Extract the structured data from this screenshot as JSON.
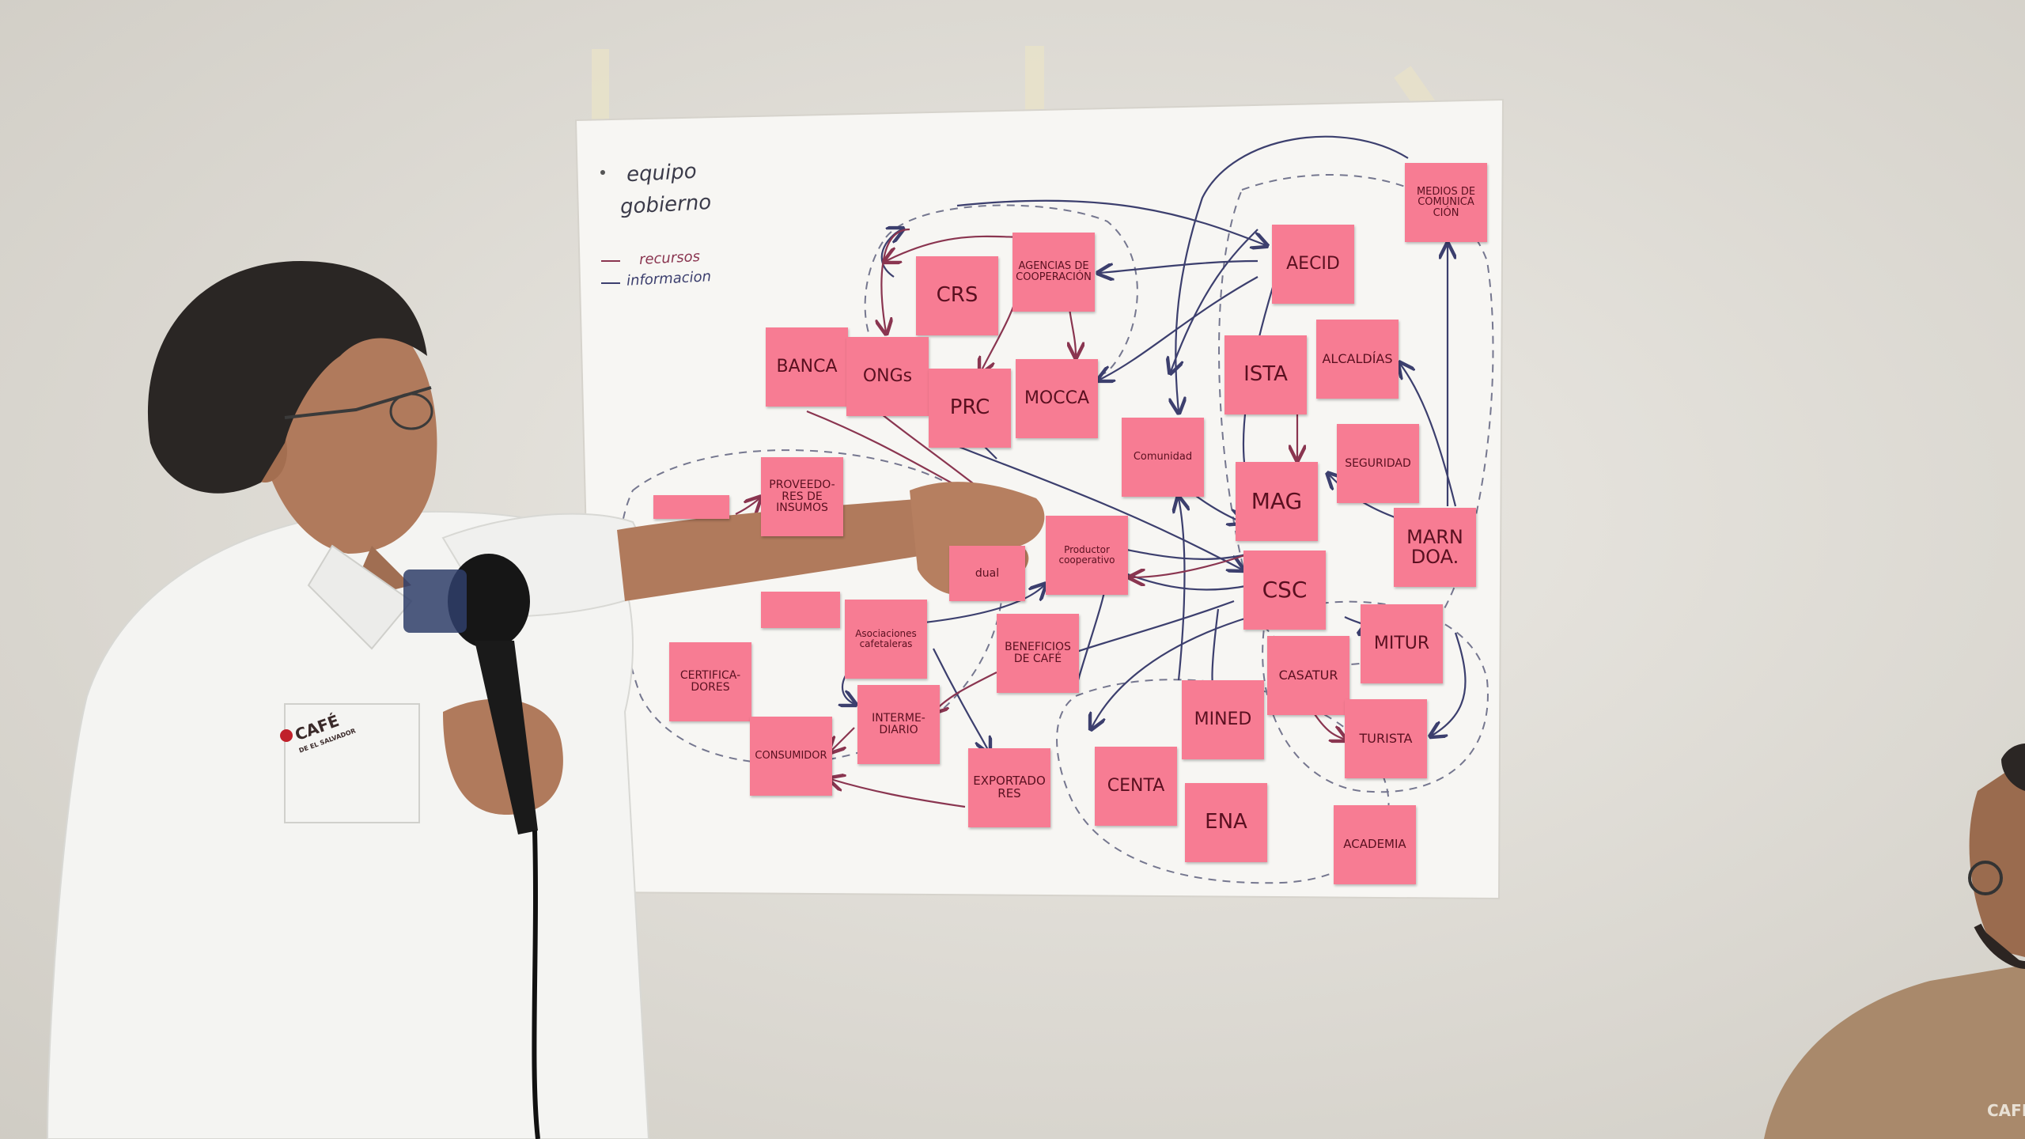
{
  "colors": {
    "wall": "#e6e3dc",
    "paper": "#f7f6f3",
    "sticky": "#f77c93",
    "sticky_edge": "#e4607a",
    "ink_info": "#3c3f6e",
    "ink_resource": "#8a3550",
    "shirt": "#f4f4f2",
    "skin": "#b07a5c",
    "hair": "#2a2624"
  },
  "legend": {
    "line1": "equipo",
    "line2": "gobierno",
    "resources": "recursos",
    "information": "informacion"
  },
  "notes": [
    {
      "id": "medios",
      "text": "MEDIOS DE COMUNICA CIÓN",
      "size": 13
    },
    {
      "id": "aecid",
      "text": "AECID",
      "size": 22
    },
    {
      "id": "agencias",
      "text": "AGENCIAS DE COOPERACIÓN",
      "size": 13
    },
    {
      "id": "crs",
      "text": "CRS",
      "size": 26
    },
    {
      "id": "banca",
      "text": "BANCA",
      "size": 22
    },
    {
      "id": "ongs",
      "text": "ONGs",
      "size": 22
    },
    {
      "id": "prc",
      "text": "PRC",
      "size": 26
    },
    {
      "id": "mocca",
      "text": "MOCCA",
      "size": 22
    },
    {
      "id": "ista",
      "text": "ISTA",
      "size": 26
    },
    {
      "id": "alcaldias",
      "text": "ALCALDÍAS",
      "size": 16
    },
    {
      "id": "comunidad",
      "text": "Comunidad",
      "size": 13
    },
    {
      "id": "seguridad",
      "text": "SEGURIDAD",
      "size": 14
    },
    {
      "id": "mag",
      "text": "MAG",
      "size": 28
    },
    {
      "id": "marn",
      "text": "MARN DOA.",
      "size": 24
    },
    {
      "id": "proveedores",
      "text": "PROVEEDO- RES DE INSUMOS",
      "size": 14
    },
    {
      "id": "productor",
      "text": "Productor cooperativo",
      "size": 12
    },
    {
      "id": "csc",
      "text": "CSC",
      "size": 28
    },
    {
      "id": "asociaciones",
      "text": "Asociaciones cafetaleras",
      "size": 12
    },
    {
      "id": "beneficios",
      "text": "BENEFICIOS DE CAFÉ",
      "size": 14
    },
    {
      "id": "mitur",
      "text": "MITUR",
      "size": 22
    },
    {
      "id": "casatur",
      "text": "CASATUR",
      "size": 16
    },
    {
      "id": "certificadores",
      "text": "CERTIFICA- DORES",
      "size": 14
    },
    {
      "id": "intermediario",
      "text": "INTERME- DIARIO",
      "size": 14
    },
    {
      "id": "mined",
      "text": "MINED",
      "size": 22
    },
    {
      "id": "turista",
      "text": "TURISTA",
      "size": 16
    },
    {
      "id": "consumidor",
      "text": "CONSUMIDOR",
      "size": 13
    },
    {
      "id": "exportadores",
      "text": "EXPORTADO RES",
      "size": 15
    },
    {
      "id": "centa",
      "text": "CENTA",
      "size": 22
    },
    {
      "id": "ena",
      "text": "ENA",
      "size": 26
    },
    {
      "id": "academia",
      "text": "ACADEMIA",
      "size": 15
    },
    {
      "id": "individual",
      "text": "dual",
      "size": 14
    }
  ],
  "shirt": {
    "logo_text": "CAFÉ",
    "logo_sub": "DE EL SALVADOR",
    "right_logo": "CAFÉ"
  }
}
